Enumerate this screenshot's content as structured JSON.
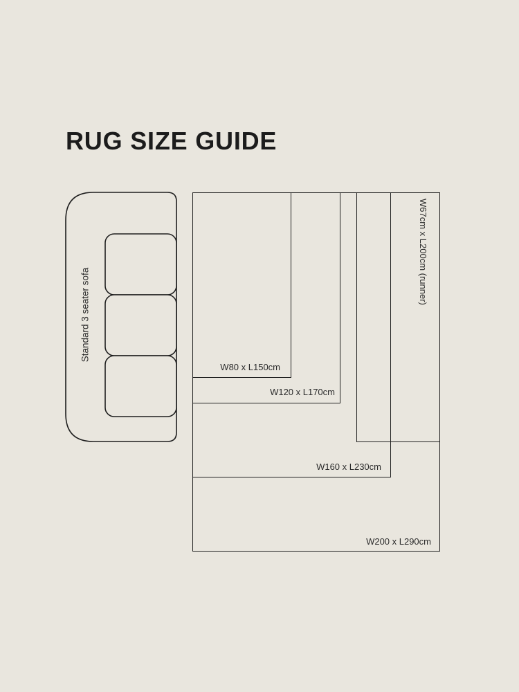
{
  "page": {
    "background_color": "#e9e6de",
    "line_color": "#1f1f1f"
  },
  "title": "RUG SIZE GUIDE",
  "sofa": {
    "label": "Standard 3 seater sofa"
  },
  "rugs": [
    {
      "id": "w80",
      "label": "W80 x L150cm"
    },
    {
      "id": "w120",
      "label": "W120 x L170cm"
    },
    {
      "id": "w160",
      "label": "W160 x L230cm"
    },
    {
      "id": "w200",
      "label": "W200 x L290cm"
    },
    {
      "id": "runner",
      "label": "W67cm x L200cm (runner)"
    }
  ]
}
